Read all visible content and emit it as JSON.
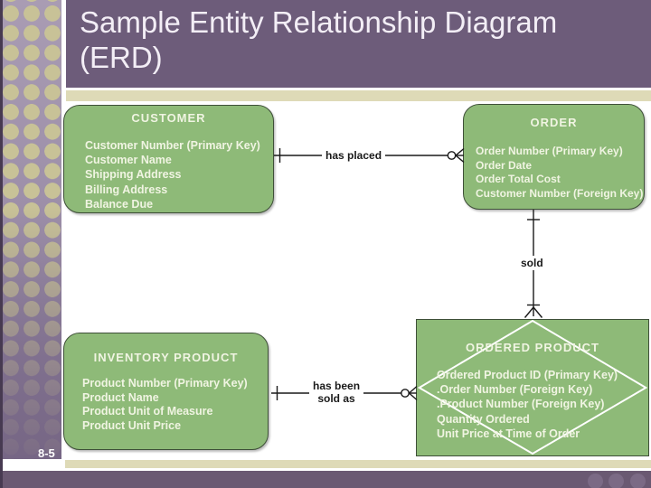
{
  "slide": {
    "title_line1": "Sample Entity Relationship Diagram",
    "title_line2": "(ERD)",
    "page_number": "8-5"
  },
  "entities": [
    {
      "name": "CUSTOMER",
      "shape": "rounded-rectangle",
      "attributes": [
        "Customer Number (Primary Key)",
        "Customer Name",
        "Shipping Address",
        "Billing Address",
        "Balance Due"
      ]
    },
    {
      "name": "ORDER",
      "shape": "rounded-rectangle",
      "attributes": [
        "Order Number (Primary Key)",
        "Order Date",
        "Order Total Cost",
        "Customer Number (Foreign Key)"
      ]
    },
    {
      "name": "INVENTORY PRODUCT",
      "shape": "rounded-rectangle",
      "attributes": [
        "Product Number (Primary Key)",
        "Product Name",
        "Product Unit of Measure",
        "Product Unit Price"
      ]
    },
    {
      "name": "ORDERED PRODUCT",
      "shape": "rectangle-with-diamond",
      "attributes": [
        "Ordered Product ID (Primary Key)",
        ".Order Number (Foreign Key)",
        ".Product Number (Foreign Key)",
        "Quantity Ordered",
        "Unit Price at Time of Order"
      ]
    }
  ],
  "relationships": [
    {
      "label": "has placed",
      "from": "CUSTOMER",
      "to": "ORDER",
      "from_cardinality": "one",
      "to_cardinality": "zero-or-many"
    },
    {
      "label": "sold",
      "from": "ORDER",
      "to": "ORDERED PRODUCT",
      "from_cardinality": "one",
      "to_cardinality": "one-or-many"
    },
    {
      "label_line1": "has been",
      "label_line2": "sold as",
      "from": "INVENTORY PRODUCT",
      "to": "ORDERED PRODUCT",
      "from_cardinality": "one",
      "to_cardinality": "zero-or-many"
    }
  ],
  "colors": {
    "title_bar": "#6d5c7a",
    "sidebar_top": "#a99cb3",
    "sidebar_bottom": "#7d6d90",
    "sidebar_dots": "#c8c297",
    "accent_olive": "#dedab7",
    "entity_green": "#8eba78",
    "entity_border": "#3e4f38",
    "entity_text": "#f0f4e2",
    "footer_bar": "#6a5972",
    "relationship_line": "#1a1a1a"
  }
}
